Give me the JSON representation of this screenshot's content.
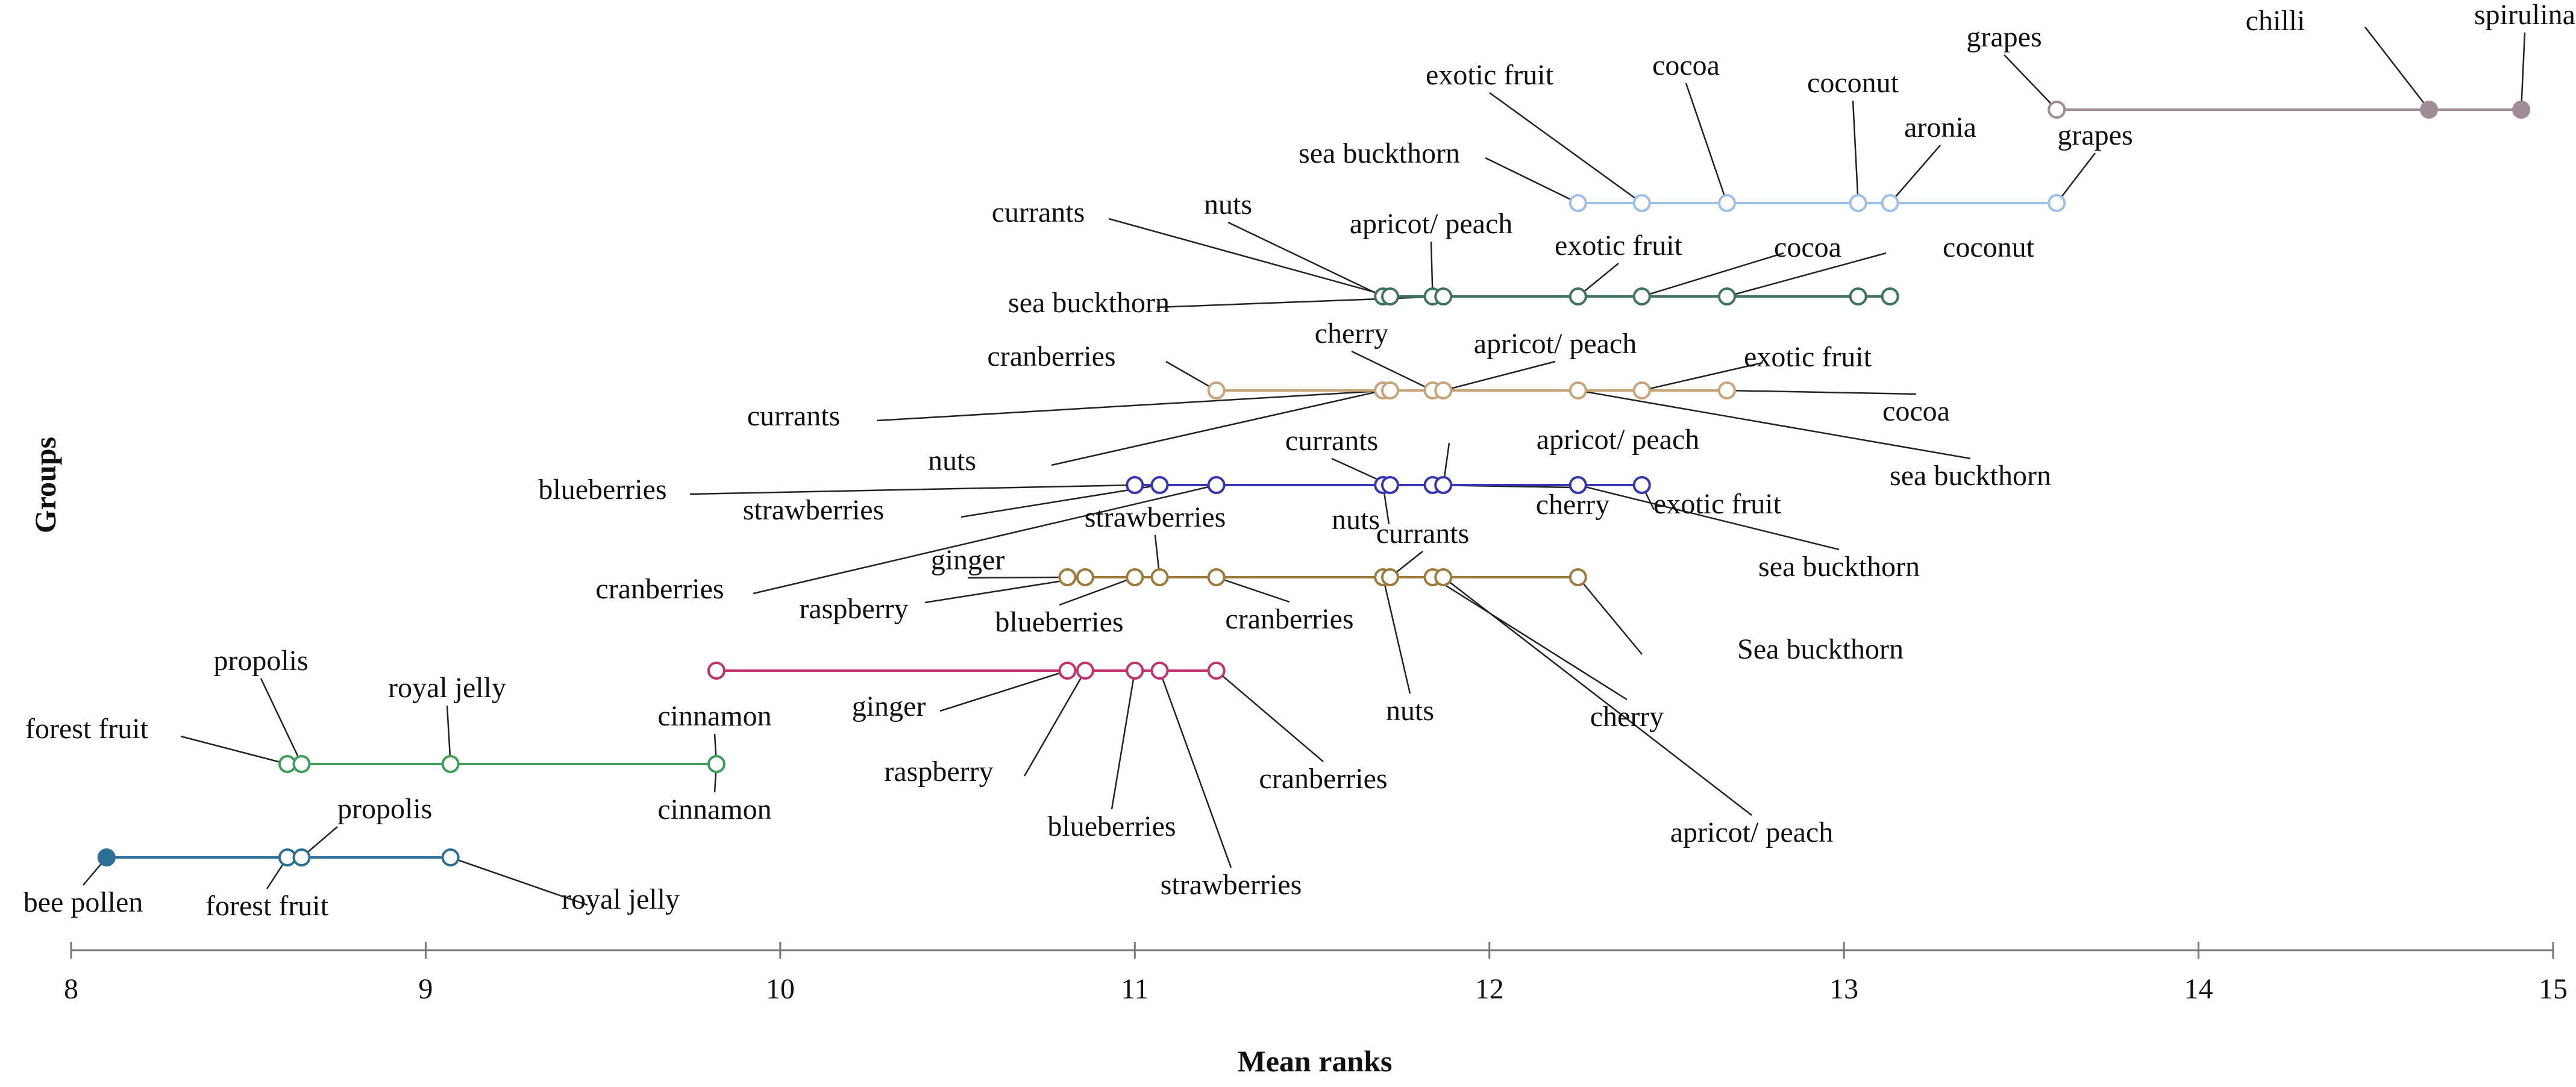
{
  "chart_data": {
    "type": "scatter",
    "xlabel": "Mean ranks",
    "ylabel": "Groups",
    "xlim": [
      8,
      15
    ],
    "x_ticks": [
      8,
      9,
      10,
      11,
      12,
      13,
      14,
      15
    ],
    "grid": false,
    "legend": "none",
    "groups": [
      {
        "color": "#2e6f96",
        "marker": "hollow",
        "points": [
          {
            "label": "bee pollen",
            "x": 8.1,
            "marker": "filled"
          },
          {
            "label": "forest fruit",
            "x": 8.61
          },
          {
            "label": "propolis",
            "x": 8.65
          },
          {
            "label": "royal jelly",
            "x": 9.07
          }
        ]
      },
      {
        "color": "#3f9e5c",
        "marker": "hollow",
        "points": [
          {
            "label": "forest fruit",
            "x": 8.61
          },
          {
            "label": "propolis",
            "x": 8.65
          },
          {
            "label": "royal jelly",
            "x": 9.07
          },
          {
            "label": "cinnamon",
            "x": 9.82
          }
        ]
      },
      {
        "color": "#c3326e",
        "marker": "hollow",
        "points": [
          {
            "label": "cinnamon",
            "x": 9.82
          },
          {
            "label": "ginger",
            "x": 10.81
          },
          {
            "label": "raspberry",
            "x": 10.86
          },
          {
            "label": "blueberries",
            "x": 11.0
          },
          {
            "label": "strawberries",
            "x": 11.07
          },
          {
            "label": "cranberries",
            "x": 11.23
          }
        ]
      },
      {
        "color": "#9c7a3c",
        "marker": "hollow",
        "points": [
          {
            "label": "ginger",
            "x": 10.81
          },
          {
            "label": "raspberry",
            "x": 10.86
          },
          {
            "label": "blueberries",
            "x": 11.0
          },
          {
            "label": "strawberries",
            "x": 11.07
          },
          {
            "label": "cranberries",
            "x": 11.23
          },
          {
            "label": "nuts",
            "x": 11.7
          },
          {
            "label": "currants",
            "x": 11.72
          },
          {
            "label": "cherry",
            "x": 11.84
          },
          {
            "label": "apricot/ peach",
            "x": 11.87
          },
          {
            "label": "Sea buckthorn",
            "x": 12.25
          }
        ]
      },
      {
        "color": "#3535b5",
        "marker": "hollow",
        "points": [
          {
            "label": "blueberries",
            "x": 11.0
          },
          {
            "label": "strawberries",
            "x": 11.07
          },
          {
            "label": "cranberries",
            "x": 11.23
          },
          {
            "label": "nuts",
            "x": 11.7
          },
          {
            "label": "currants",
            "x": 11.72
          },
          {
            "label": "cherry",
            "x": 11.84
          },
          {
            "label": "apricot/ peach",
            "x": 11.87
          },
          {
            "label": "sea buckthorn",
            "x": 12.25
          },
          {
            "label": "exotic fruit",
            "x": 12.43
          }
        ]
      },
      {
        "color": "#c9a47a",
        "marker": "hollow",
        "points": [
          {
            "label": "cranberries",
            "x": 11.23
          },
          {
            "label": "nuts",
            "x": 11.7
          },
          {
            "label": "currants",
            "x": 11.72
          },
          {
            "label": "cherry",
            "x": 11.84
          },
          {
            "label": "apricot/ peach",
            "x": 11.87
          },
          {
            "label": "sea buckthorn",
            "x": 12.25
          },
          {
            "label": "exotic fruit",
            "x": 12.43
          },
          {
            "label": "cocoa",
            "x": 12.67
          }
        ]
      },
      {
        "color": "#3e7360",
        "marker": "hollow",
        "points": [
          {
            "label": "nuts",
            "x": 11.7
          },
          {
            "label": "currants",
            "x": 11.72
          },
          {
            "label": "apricot/ peach",
            "x": 11.84
          },
          {
            "label": "sea buckthorn",
            "x": 11.87
          },
          {
            "label": "exotic fruit",
            "x": 12.25
          },
          {
            "label": "cocoa",
            "x": 12.43
          },
          {
            "label": "coconut",
            "x": 12.67
          },
          {
            "label": "aronia",
            "x": 13.04
          },
          {
            "label": "",
            "x": 13.13
          }
        ]
      },
      {
        "color": "#9dbfec",
        "marker": "hollow",
        "points": [
          {
            "label": "sea buckthorn",
            "x": 12.25
          },
          {
            "label": "exotic fruit",
            "x": 12.43
          },
          {
            "label": "cocoa",
            "x": 12.67
          },
          {
            "label": "coconut",
            "x": 13.04
          },
          {
            "label": "aronia",
            "x": 13.13
          },
          {
            "label": "grapes",
            "x": 13.6
          }
        ]
      },
      {
        "color": "#a08c96",
        "marker": "hollow",
        "points": [
          {
            "label": "grapes",
            "x": 13.6
          },
          {
            "label": "chilli",
            "x": 14.65,
            "marker": "filled"
          },
          {
            "label": "spirulina",
            "x": 14.91,
            "marker": "filled"
          }
        ]
      }
    ]
  }
}
